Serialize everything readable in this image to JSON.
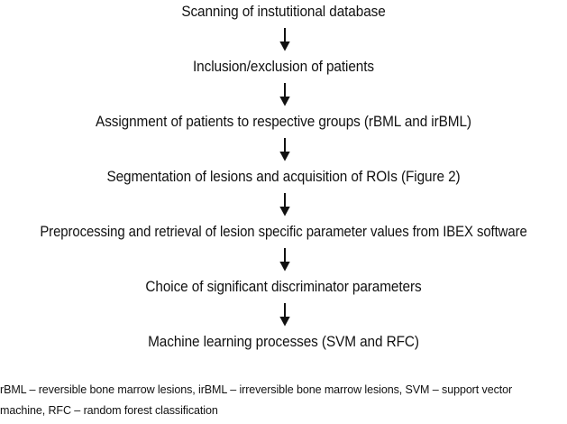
{
  "figure": {
    "type": "flowchart",
    "orientation": "vertical",
    "connector": "down-arrow",
    "text_color": "#111111",
    "background_color": "#ffffff",
    "steps": [
      {
        "id": "step-1",
        "label": "Scanning of instutitional database"
      },
      {
        "id": "step-2",
        "label": "Inclusion/exclusion of patients"
      },
      {
        "id": "step-3",
        "label": "Assignment of patients to respective groups (rBML and irBML)"
      },
      {
        "id": "step-4",
        "label": "Segmentation of lesions and acquisition of ROIs (Figure 2)"
      },
      {
        "id": "step-5",
        "label": "Preprocessing and retrieval of lesion specific parameter values from IBEX software"
      },
      {
        "id": "step-6",
        "label": "Choice of significant discriminator parameters"
      },
      {
        "id": "step-7",
        "label": "Machine learning processes (SVM and RFC)"
      }
    ],
    "connectors": [
      {
        "id": "arrow-1",
        "from": "step-1",
        "to": "step-2"
      },
      {
        "id": "arrow-2",
        "from": "step-2",
        "to": "step-3"
      },
      {
        "id": "arrow-3",
        "from": "step-3",
        "to": "step-4"
      },
      {
        "id": "arrow-4",
        "from": "step-4",
        "to": "step-5"
      },
      {
        "id": "arrow-5",
        "from": "step-5",
        "to": "step-6"
      },
      {
        "id": "arrow-6",
        "from": "step-6",
        "to": "step-7"
      }
    ]
  },
  "footnote": {
    "line1": "rBML – reversible bone marrow lesions, irBML – irreversible bone marrow lesions, SVM – support vector",
    "line2": "machine, RFC – random forest classification",
    "abbreviations": [
      {
        "term": "rBML",
        "definition": "reversible bone marrow lesions"
      },
      {
        "term": "irBML",
        "definition": "irreversible bone marrow lesions"
      },
      {
        "term": "SVM",
        "definition": "support vector machine"
      },
      {
        "term": "RFC",
        "definition": "random forest classification"
      }
    ]
  }
}
